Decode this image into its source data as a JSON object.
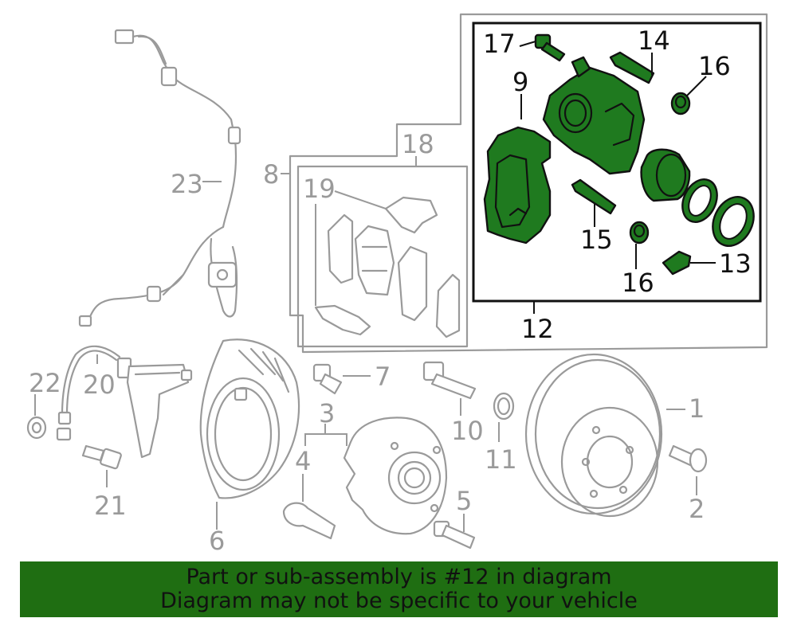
{
  "labels": {
    "l1": "1",
    "l2": "2",
    "l3": "3",
    "l4": "4",
    "l5": "5",
    "l6": "6",
    "l7": "7",
    "l8": "8",
    "l9": "9",
    "l10": "10",
    "l11": "11",
    "l12": "12",
    "l13": "13",
    "l14": "14",
    "l15": "15",
    "l16a": "16",
    "l16b": "16",
    "l17": "17",
    "l18": "18",
    "l19": "19",
    "l20": "20",
    "l21": "21",
    "l22": "22",
    "l23": "23"
  },
  "banner": {
    "line1": "Part or sub-assembly is #12 in diagram",
    "line2": "Diagram may not be specific to your vehicle"
  },
  "colors": {
    "highlight": "#1f7a1f",
    "banner": "#1f6e12",
    "inactive_parts": "#9a9a9a"
  }
}
